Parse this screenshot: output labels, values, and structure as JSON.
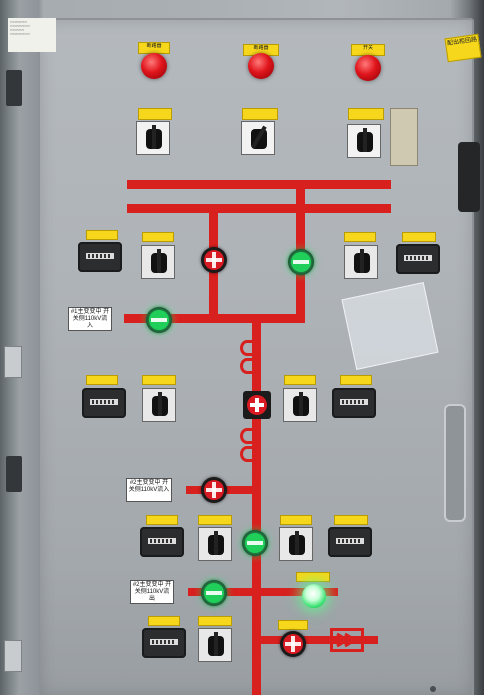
{
  "lamp_labels": [
    "断路器",
    "断路器",
    "开关"
  ],
  "door_label": "配出柜回路",
  "bus_label_1": "#1主变变中 开关侧110kV流入",
  "bus_label_2": "#2主变变中 开关侧110kV流入",
  "bus_label_3": "#2主变变中 开关侧110kV流出",
  "colors": {
    "busbar": "#d8201e",
    "panel": "#aeb3b7",
    "label": "#f6d71b",
    "lamp_red": "#e0151c",
    "lamp_green": "#31e06b"
  },
  "icons": [
    "red-indicator-lamp",
    "green-indicator-lamp",
    "selector-switch",
    "counter-meter",
    "door-handle",
    "cabinet-lock"
  ]
}
